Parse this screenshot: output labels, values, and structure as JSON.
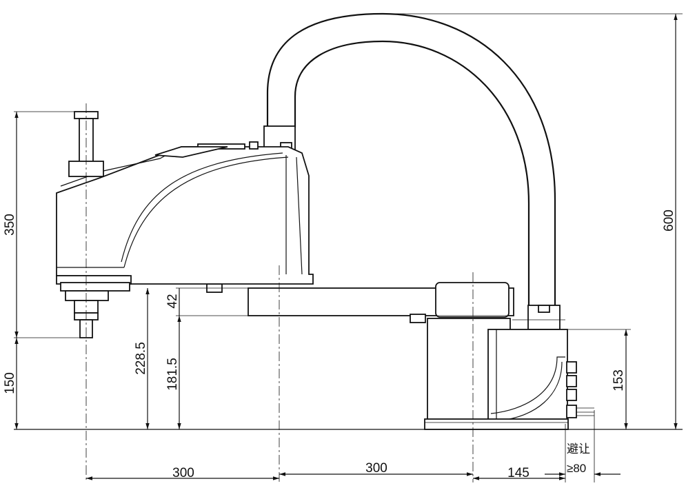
{
  "dimensions": {
    "overall_height": "600",
    "upper_z_height": "350",
    "lower_z_height": "150",
    "arm_underside_height": "228.5",
    "arm2_underside_height": "181.5",
    "arm_thickness": "42",
    "base_height": "153",
    "arm1_length": "300",
    "arm2_length": "300",
    "base_offset": "145"
  },
  "notes": {
    "clearance_label": "避让",
    "clearance_value": "≥80"
  }
}
